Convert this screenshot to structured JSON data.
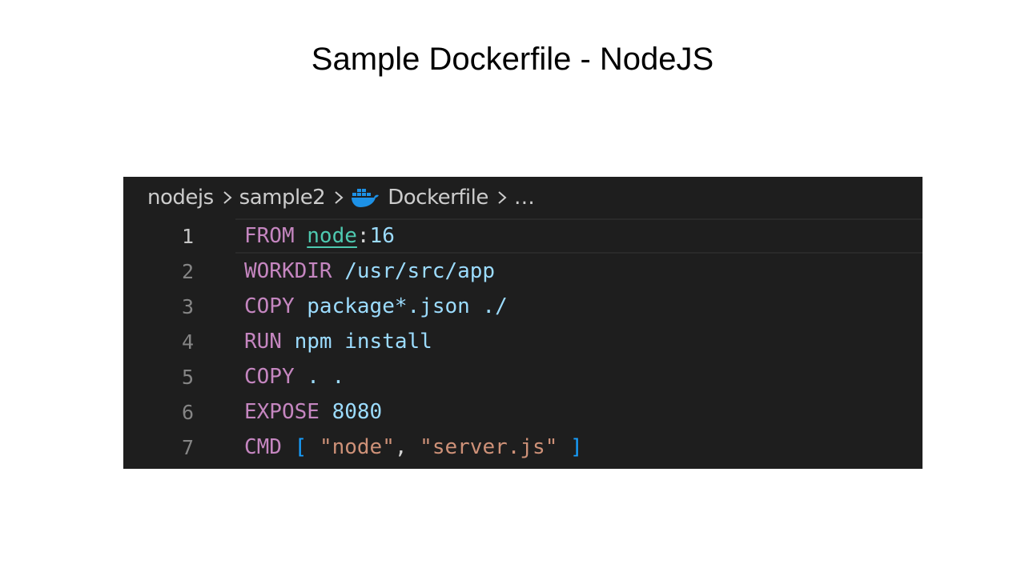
{
  "slide": {
    "title": "Sample Dockerfile - NodeJS"
  },
  "editor": {
    "breadcrumb": {
      "folder": "nodejs",
      "subfolder": "sample2",
      "file": "Dockerfile",
      "more": "…",
      "file_icon": "docker-whale-icon",
      "separator_icon": "chevron-right-icon"
    },
    "current_line": 1,
    "lines": [
      {
        "number": "1",
        "keyword": "FROM",
        "image": "node",
        "colon": ":",
        "tag": "16"
      },
      {
        "number": "2",
        "keyword": "WORKDIR",
        "arg": "/usr/src/app"
      },
      {
        "number": "3",
        "keyword": "COPY",
        "arg": "package*.json ./"
      },
      {
        "number": "4",
        "keyword": "RUN",
        "arg": "npm install"
      },
      {
        "number": "5",
        "keyword": "COPY",
        "arg": ". ."
      },
      {
        "number": "6",
        "keyword": "EXPOSE",
        "arg": "8080"
      },
      {
        "number": "7",
        "keyword": "CMD",
        "open": "[",
        "s1": "\"node\"",
        "comma": ",",
        "s2": "\"server.js\"",
        "close": "]"
      }
    ],
    "colors": {
      "background": "#1e1e1e",
      "keyword": "#c586c0",
      "value": "#9cdcfe",
      "string": "#ce9178",
      "image_name": "#4ec9b0",
      "bracket": "#179fff",
      "line_number": "#858585",
      "docker_icon": "#1d91e6"
    }
  }
}
